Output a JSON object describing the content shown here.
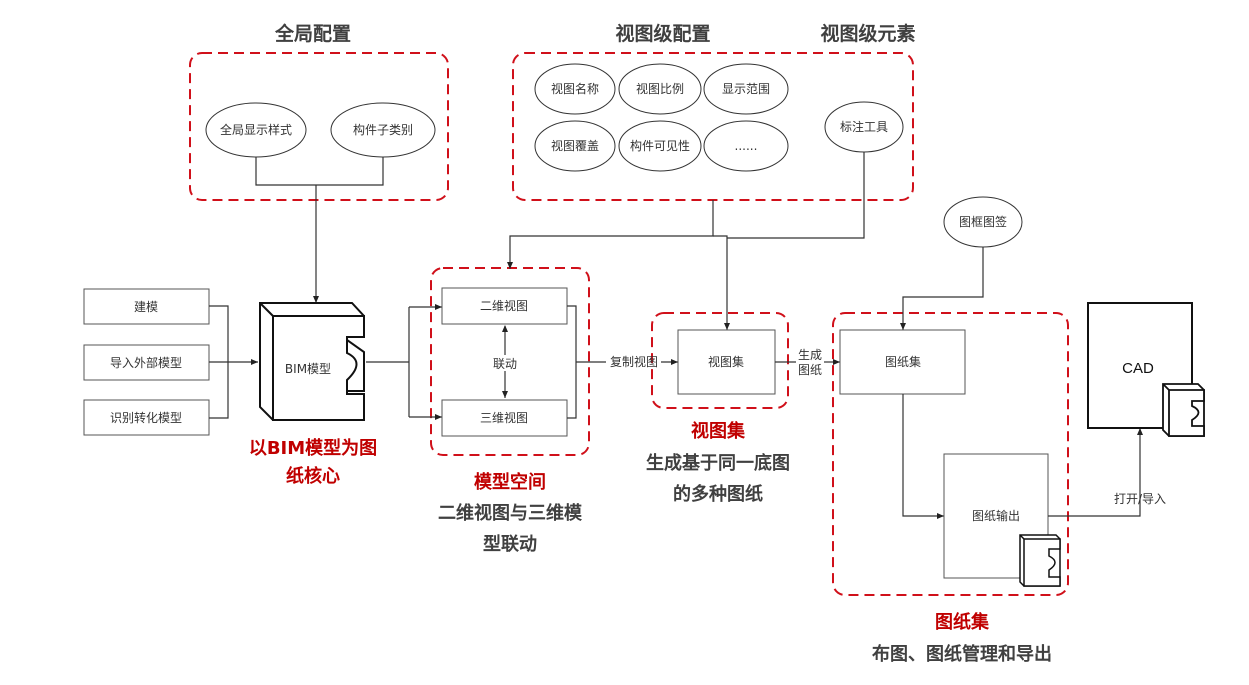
{
  "colors": {
    "accent_red": "#c00000",
    "dash_red": "#d0101a",
    "line": "#333333",
    "title_gray": "#404040"
  },
  "sections": {
    "global_config": {
      "title": "全局配置",
      "items": [
        "全局显示样式",
        "构件子类别"
      ]
    },
    "view_config": {
      "title": "视图级配置",
      "items": [
        "视图名称",
        "视图比例",
        "显示范围",
        "视图覆盖",
        "构件可见性",
        "......"
      ]
    },
    "view_elements": {
      "title": "视图级元素",
      "items": [
        "标注工具"
      ]
    }
  },
  "inputs": [
    "建模",
    "导入外部模型",
    "识别转化模型"
  ],
  "bim_model": {
    "label": "BIM模型",
    "caption_line1": "以BIM模型为图",
    "caption_line2": "纸核心"
  },
  "model_space": {
    "box_2d": "二维视图",
    "box_3d": "三维视图",
    "link_label": "联动",
    "caption_title": "模型空间",
    "caption_line1": "二维视图与三维模",
    "caption_line2": "型联动"
  },
  "view_set": {
    "box": "视图集",
    "edge_in_label": "复制视图",
    "caption_title": "视图集",
    "caption_line1": "生成基于同一底图",
    "caption_line2": "的多种图纸"
  },
  "sheet_set": {
    "edge_in_label_line1": "生成",
    "edge_in_label_line2": "图纸",
    "title_block": "图框图签",
    "box": "图纸集",
    "output_box": "图纸输出",
    "caption_title": "图纸集",
    "caption_line1": "布图、图纸管理和导出"
  },
  "cad": {
    "label": "CAD",
    "edge_in_label": "打开/导入"
  }
}
